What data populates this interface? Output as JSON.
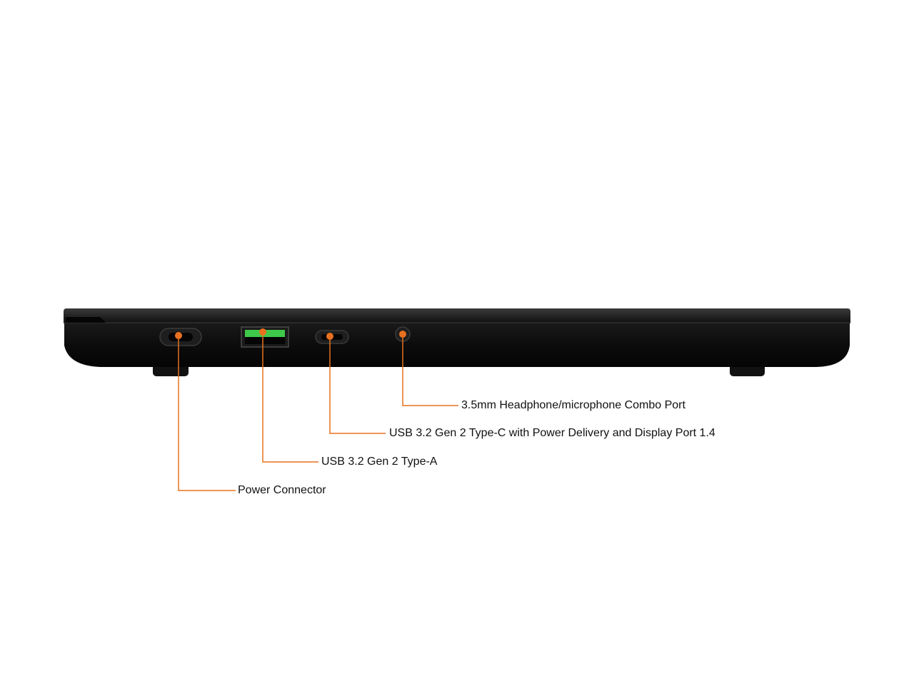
{
  "colors": {
    "background": "#ffffff",
    "chassis": "#0c0c0c",
    "leader": "#e8701f",
    "usb_a_insert": "#3ec94a"
  },
  "ports": [
    {
      "id": "power-connector",
      "label": "Power Connector"
    },
    {
      "id": "usb-a",
      "label": "USB 3.2 Gen 2 Type-A"
    },
    {
      "id": "usb-c",
      "label": "USB 3.2 Gen 2 Type-C with Power Delivery and Display Port 1.4"
    },
    {
      "id": "audio-jack",
      "label": "3.5mm Headphone/microphone Combo Port"
    }
  ]
}
